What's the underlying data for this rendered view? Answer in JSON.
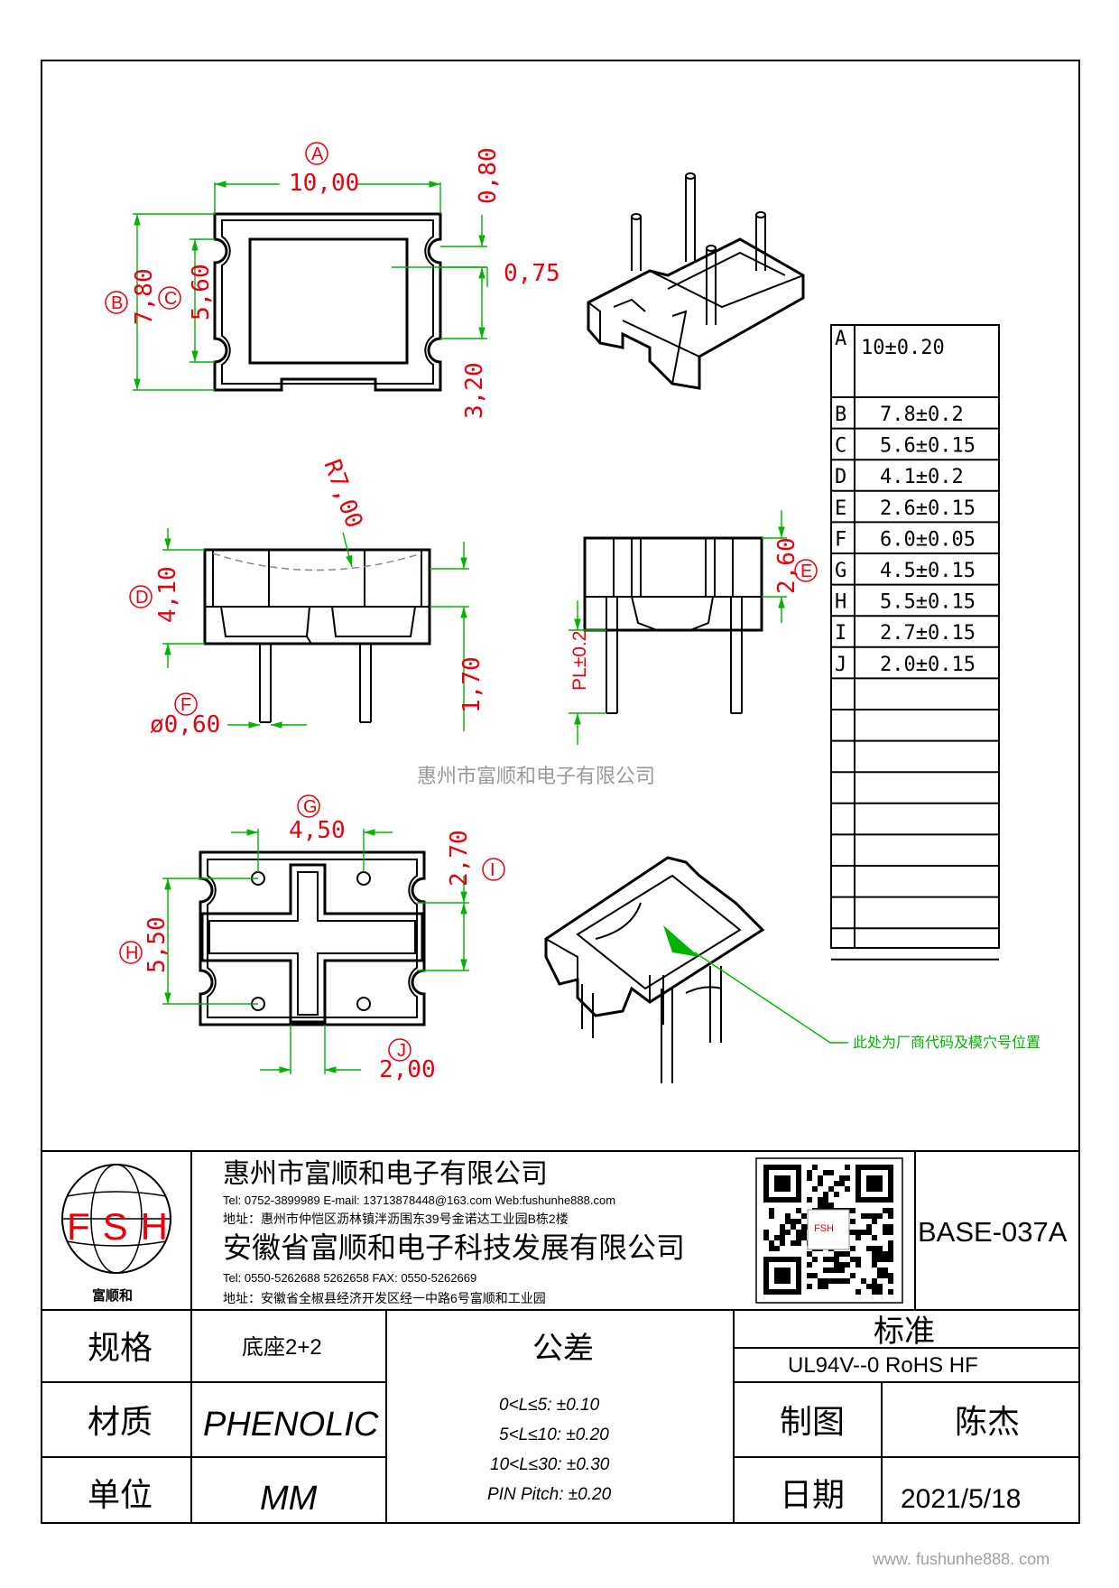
{
  "dimensions": {
    "A": "10,00",
    "B": "7,80",
    "C": "5,60",
    "top_right_1": "0,80",
    "top_right_2": "0,75",
    "top_right_3": "3,20",
    "R": "R7,00",
    "D": "4,10",
    "side_low": "1,70",
    "F": "ø0,60",
    "E": "2,60",
    "PL": "PL±0.2",
    "G": "4,50",
    "I": "2,70",
    "H": "5,50",
    "J": "2,00"
  },
  "labels": [
    "A",
    "B",
    "C",
    "D",
    "E",
    "F",
    "G",
    "H",
    "I",
    "J"
  ],
  "spec_table": [
    {
      "label": "A",
      "value": "10±0.20"
    },
    {
      "label": "B",
      "value": "7.8±0.2"
    },
    {
      "label": "C",
      "value": "5.6±0.15"
    },
    {
      "label": "D",
      "value": "4.1±0.2"
    },
    {
      "label": "E",
      "value": "2.6±0.15"
    },
    {
      "label": "F",
      "value": "6.0±0.05"
    },
    {
      "label": "G",
      "value": "4.5±0.15"
    },
    {
      "label": "H",
      "value": "5.5±0.15"
    },
    {
      "label": "I",
      "value": "2.7±0.15"
    },
    {
      "label": "J",
      "value": "2.0±0.15"
    }
  ],
  "watermark": "惠州市富顺和电子有限公司",
  "callout": "此处为厂商代码及模穴号位置",
  "title_block": {
    "logo_text": "FSH",
    "logo_caption": "富顺和",
    "company1": "惠州市富顺和电子有限公司",
    "company1_contact": "Tel: 0752-3899989 E-mail: 13713878448@163.com Web:fushunhe888.com",
    "company1_address": "地址：惠州市仲恺区沥林镇泮沥围东39号金诺达工业园B栋2楼",
    "company2": "安徽省富顺和电子科技发展有限公司",
    "company2_contact": "Tel: 0550-5262688 5262658 FAX: 0550-5262669",
    "company2_address": "地址：安徽省全椒县经济开发区经一中路6号富顺和工业园",
    "qr_caption": "FSH",
    "part_no": "BASE-037A",
    "spec_label": "规格",
    "spec_value": "底座2+2",
    "tolerance_label": "公差",
    "standard_label": "标准",
    "standard_value": "UL94V--0  RoHS HF",
    "material_label": "材质",
    "material_value": "PHENOLIC",
    "drawn_label": "制图",
    "drawn_value": "陈杰",
    "unit_label": "单位",
    "unit_value": "MM",
    "date_label": "日期",
    "date_value": "2021/5/18",
    "tolerances": [
      "0<L≤5: ±0.10",
      "5<L≤10: ±0.20",
      "10<L≤30: ±0.30",
      "PIN Pitch: ±0.20"
    ]
  },
  "footer_url": "www. fushunhe888. com"
}
